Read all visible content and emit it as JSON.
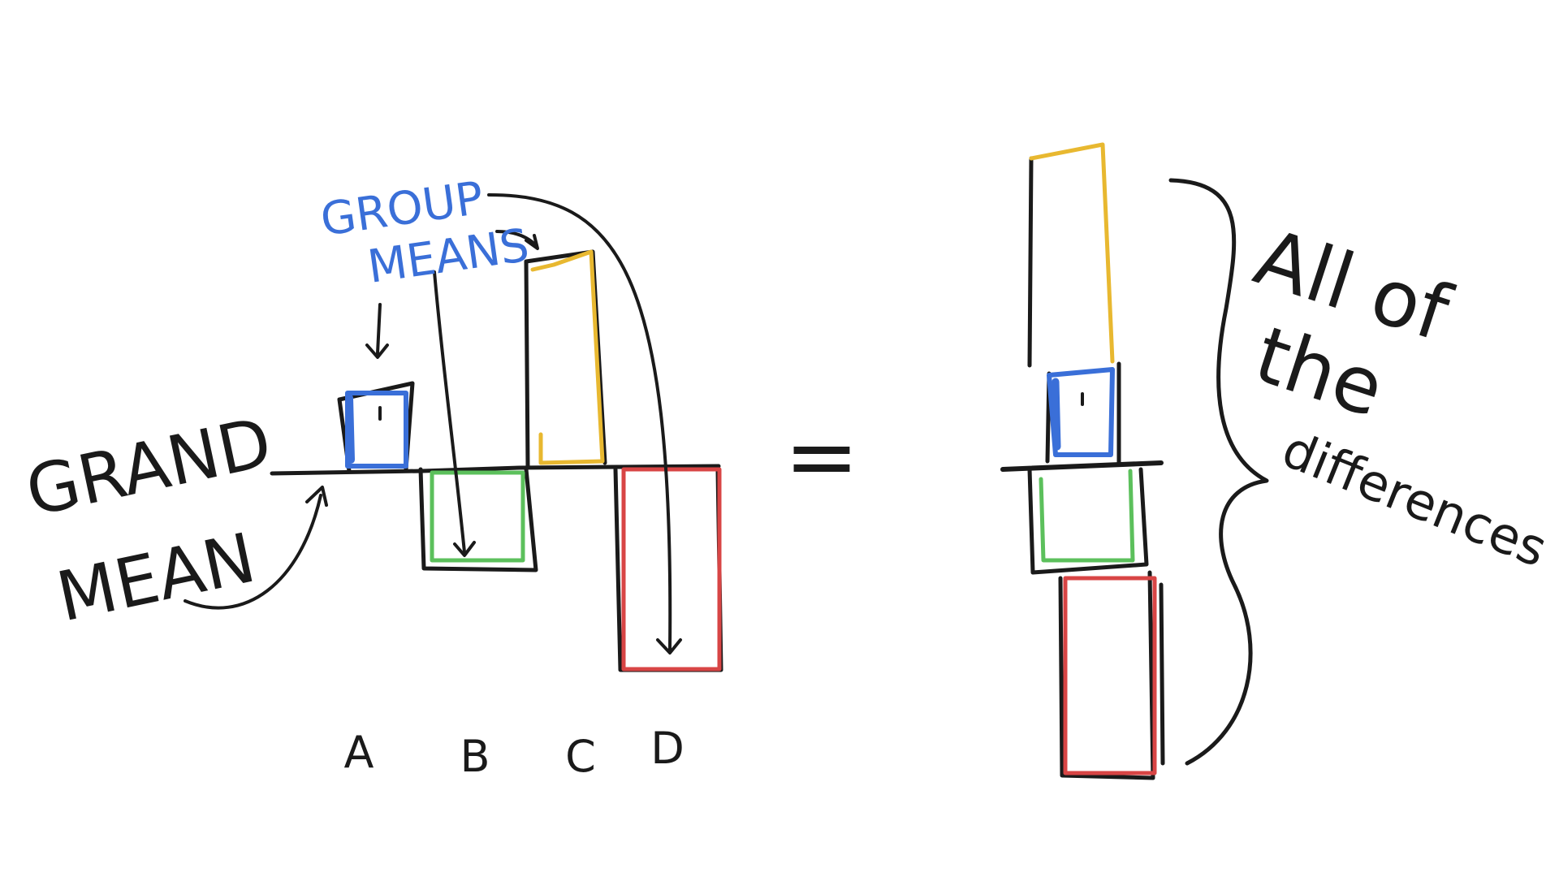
{
  "labels": {
    "grand_mean": [
      "GRAND",
      "MEAN"
    ],
    "group_means": [
      "GROUP",
      "MEANS"
    ],
    "equals": "=",
    "all_of_differences": [
      "All of",
      "the",
      "differences"
    ]
  },
  "groups": [
    {
      "name": "A",
      "color": "#3a6fd8",
      "difference": 1
    },
    {
      "name": "B",
      "color": "#5cc05c",
      "difference": -1.5
    },
    {
      "name": "C",
      "color": "#e8b830",
      "difference": 3.5
    },
    {
      "name": "D",
      "color": "#d84545",
      "difference": -3.5
    }
  ],
  "colors": {
    "ink": "#1a1a1a",
    "label_blue": "#3a6fd8"
  }
}
